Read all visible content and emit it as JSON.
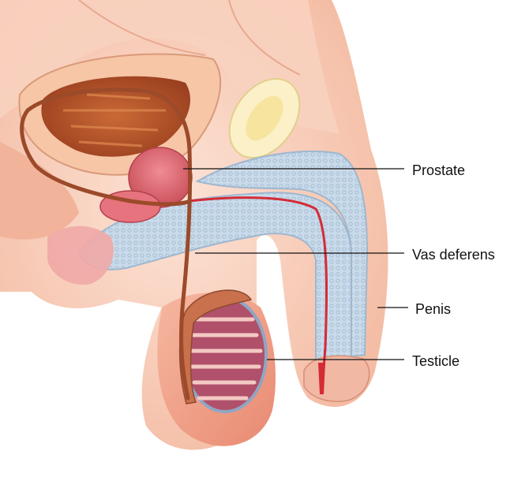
{
  "labels": {
    "prostate": "Prostate",
    "vas_deferens": "Vas deferens",
    "penis": "Penis",
    "testicle": "Testicle"
  },
  "colors": {
    "skin": "#f4a98c",
    "skin_light": "#fbd6c4",
    "tissue_pink": "#f7c9b8",
    "prostate": "#d9606a",
    "bladder": "#b5472a",
    "erectile_blue": "#c7d8e8",
    "vas_deferens": "#9b4a2a",
    "urethra": "#d52b35",
    "leader_line": "#111111"
  }
}
